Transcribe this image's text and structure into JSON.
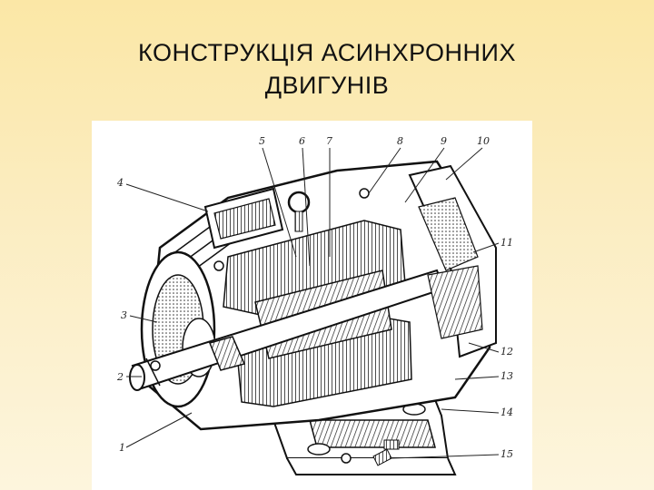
{
  "slide": {
    "title_line1": "КОНСТРУКЦІЯ АСИНХРОННИХ",
    "title_line2": "ДВИГУНІВ"
  },
  "figure": {
    "callouts": [
      "1",
      "2",
      "3",
      "4",
      "5",
      "6",
      "7",
      "8",
      "9",
      "10",
      "11",
      "12",
      "13",
      "14",
      "15"
    ]
  },
  "colors": {
    "background_top": "#fbe7a6",
    "background_bottom": "#fdf5dd",
    "ink": "#111111"
  }
}
